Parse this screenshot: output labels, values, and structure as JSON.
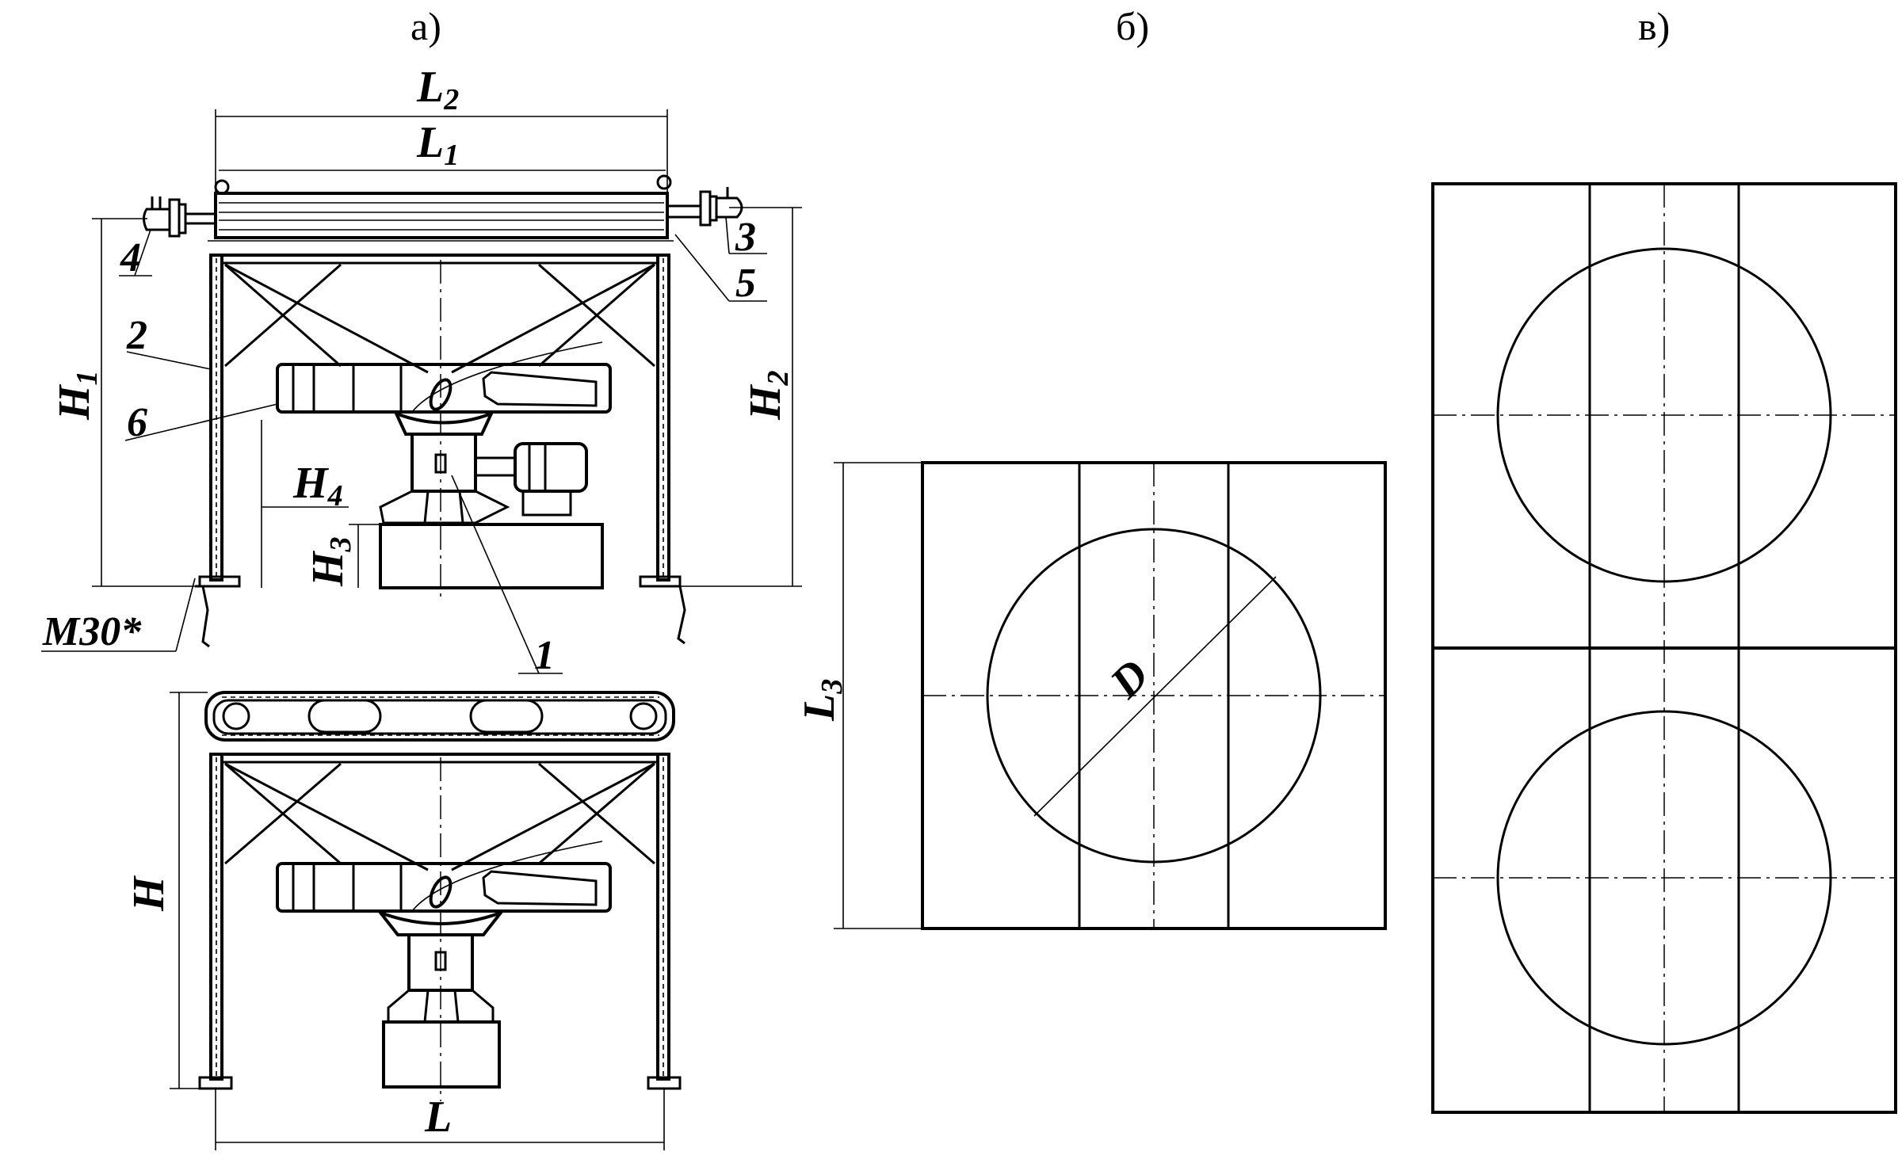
{
  "panels": {
    "a": "а)",
    "b": "б)",
    "v": "в)"
  },
  "dimensions": {
    "L2": {
      "main": "L",
      "sub": "2"
    },
    "L1": {
      "main": "L",
      "sub": "1"
    },
    "H1": {
      "main": "H",
      "sub": "1"
    },
    "H2": {
      "main": "H",
      "sub": "2"
    },
    "H3": {
      "main": "H",
      "sub": "3"
    },
    "H4": {
      "main": "H",
      "sub": "4"
    },
    "H": "H",
    "L": "L",
    "L3": {
      "main": "L",
      "sub": "3"
    },
    "D": "D"
  },
  "callouts": {
    "part1": "1",
    "part2": "2",
    "part3": "3",
    "part4": "4",
    "part5": "5",
    "part6": "6",
    "bolt": "M30*"
  }
}
